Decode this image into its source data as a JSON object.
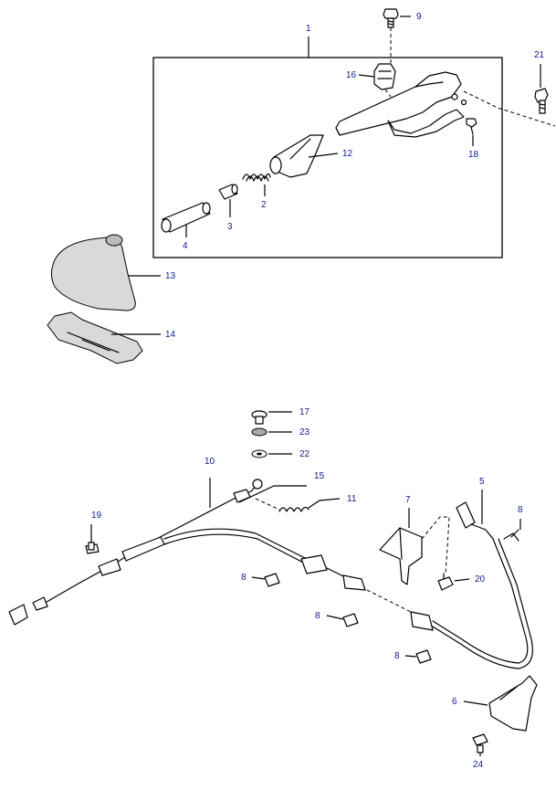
{
  "diagram": {
    "upper_box_label": "1",
    "labels": {
      "p1": "1",
      "p2": "2",
      "p3": "3",
      "p4": "4",
      "p5": "5",
      "p6": "6",
      "p7": "7",
      "p8a": "8",
      "p8b": "8",
      "p8c": "8",
      "p8d": "8",
      "p9": "9",
      "p10": "10",
      "p11": "11",
      "p12": "12",
      "p13": "13",
      "p14": "14",
      "p15": "15",
      "p16": "16",
      "p17": "17",
      "p18": "18",
      "p19": "19",
      "p20": "20",
      "p21": "21",
      "p22": "22",
      "p23": "23",
      "p24": "24"
    },
    "colors": {
      "label": "#0a1a9a",
      "ink": "#000000",
      "shade": "#d9d9d9"
    }
  }
}
